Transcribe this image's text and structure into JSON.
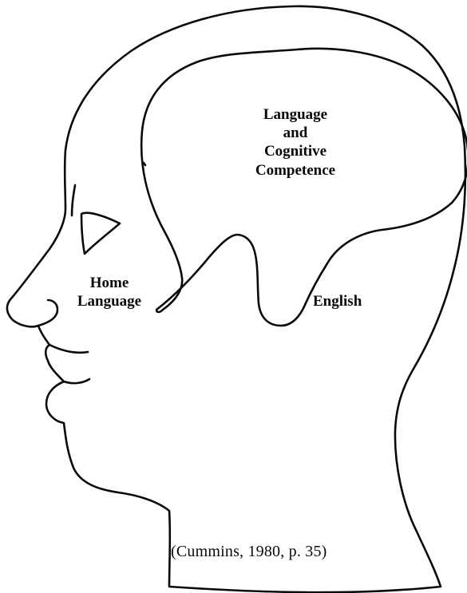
{
  "diagram": {
    "inner_region_label": [
      "Language",
      "and",
      "Cognitive",
      "Competence"
    ],
    "left_lobe_label": [
      "Home",
      "Language"
    ],
    "right_lobe_label": "English",
    "citation": "(Cummins, 1980, p. 35)"
  },
  "icons": {
    "head": "head-profile-outline-icon",
    "eye": "eye-icon",
    "brain_region": "brain-region-outline-icon"
  },
  "colors": {
    "ink": "#0a0a0a",
    "background": "#ffffff"
  }
}
